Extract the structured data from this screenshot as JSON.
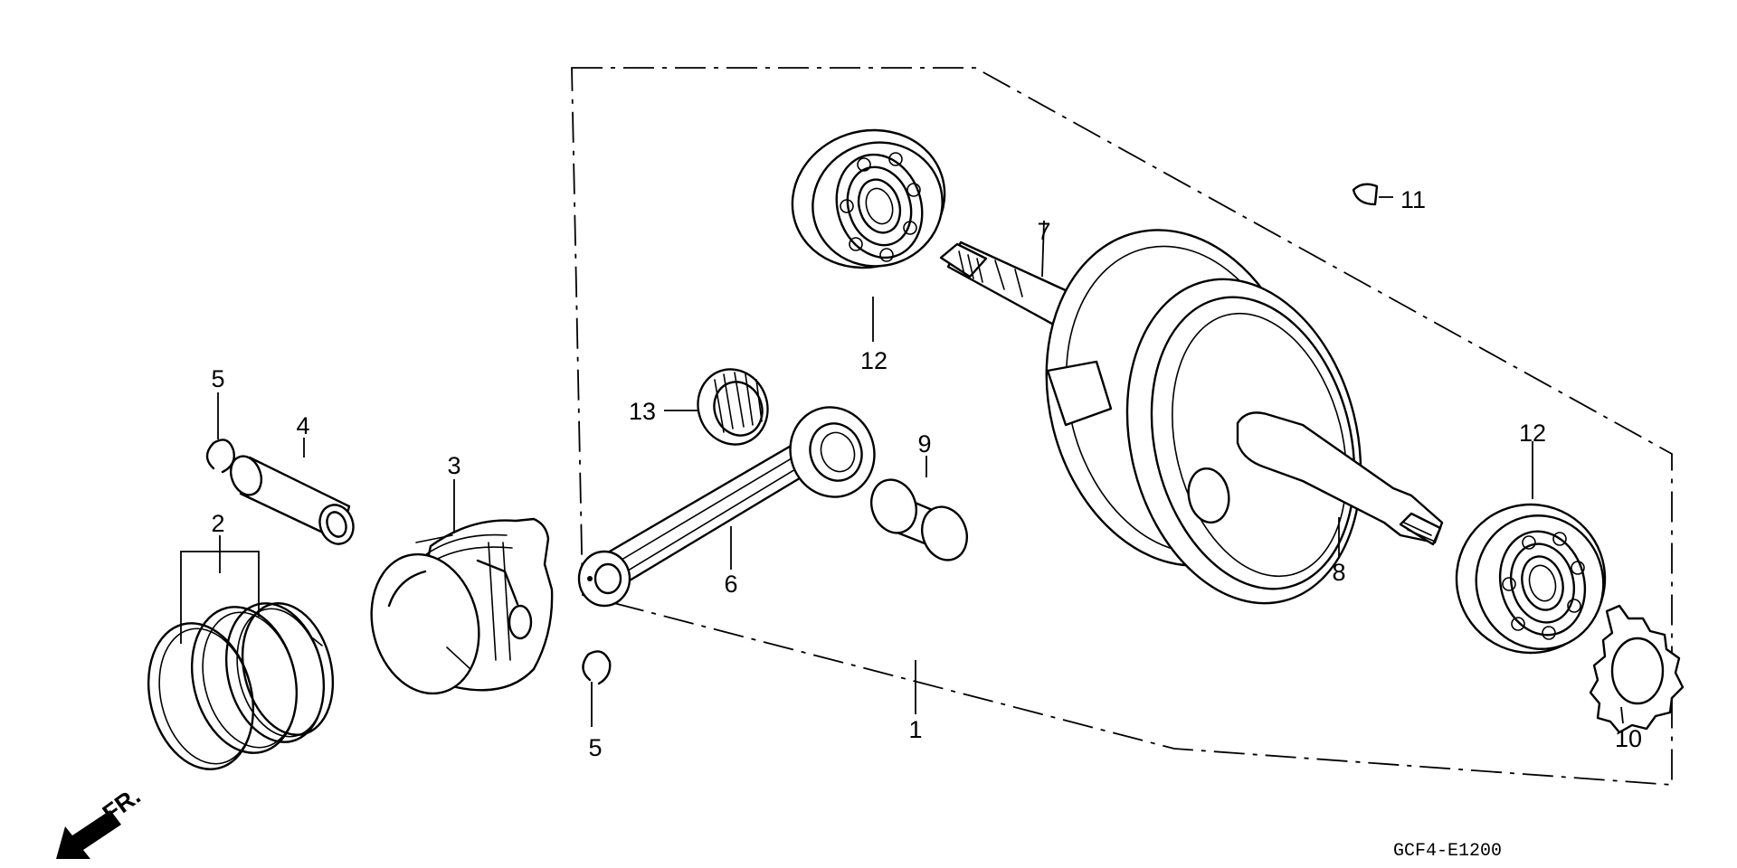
{
  "diagram_code": "GCF4-E1200",
  "direction_label": "FR.",
  "callouts": {
    "c1": "1",
    "c2": "2",
    "c3": "3",
    "c4": "4",
    "c5a": "5",
    "c5b": "5",
    "c6": "6",
    "c7": "7",
    "c8": "8",
    "c9": "9",
    "c10": "10",
    "c11": "11",
    "c12a": "12",
    "c12b": "12",
    "c13": "13"
  }
}
